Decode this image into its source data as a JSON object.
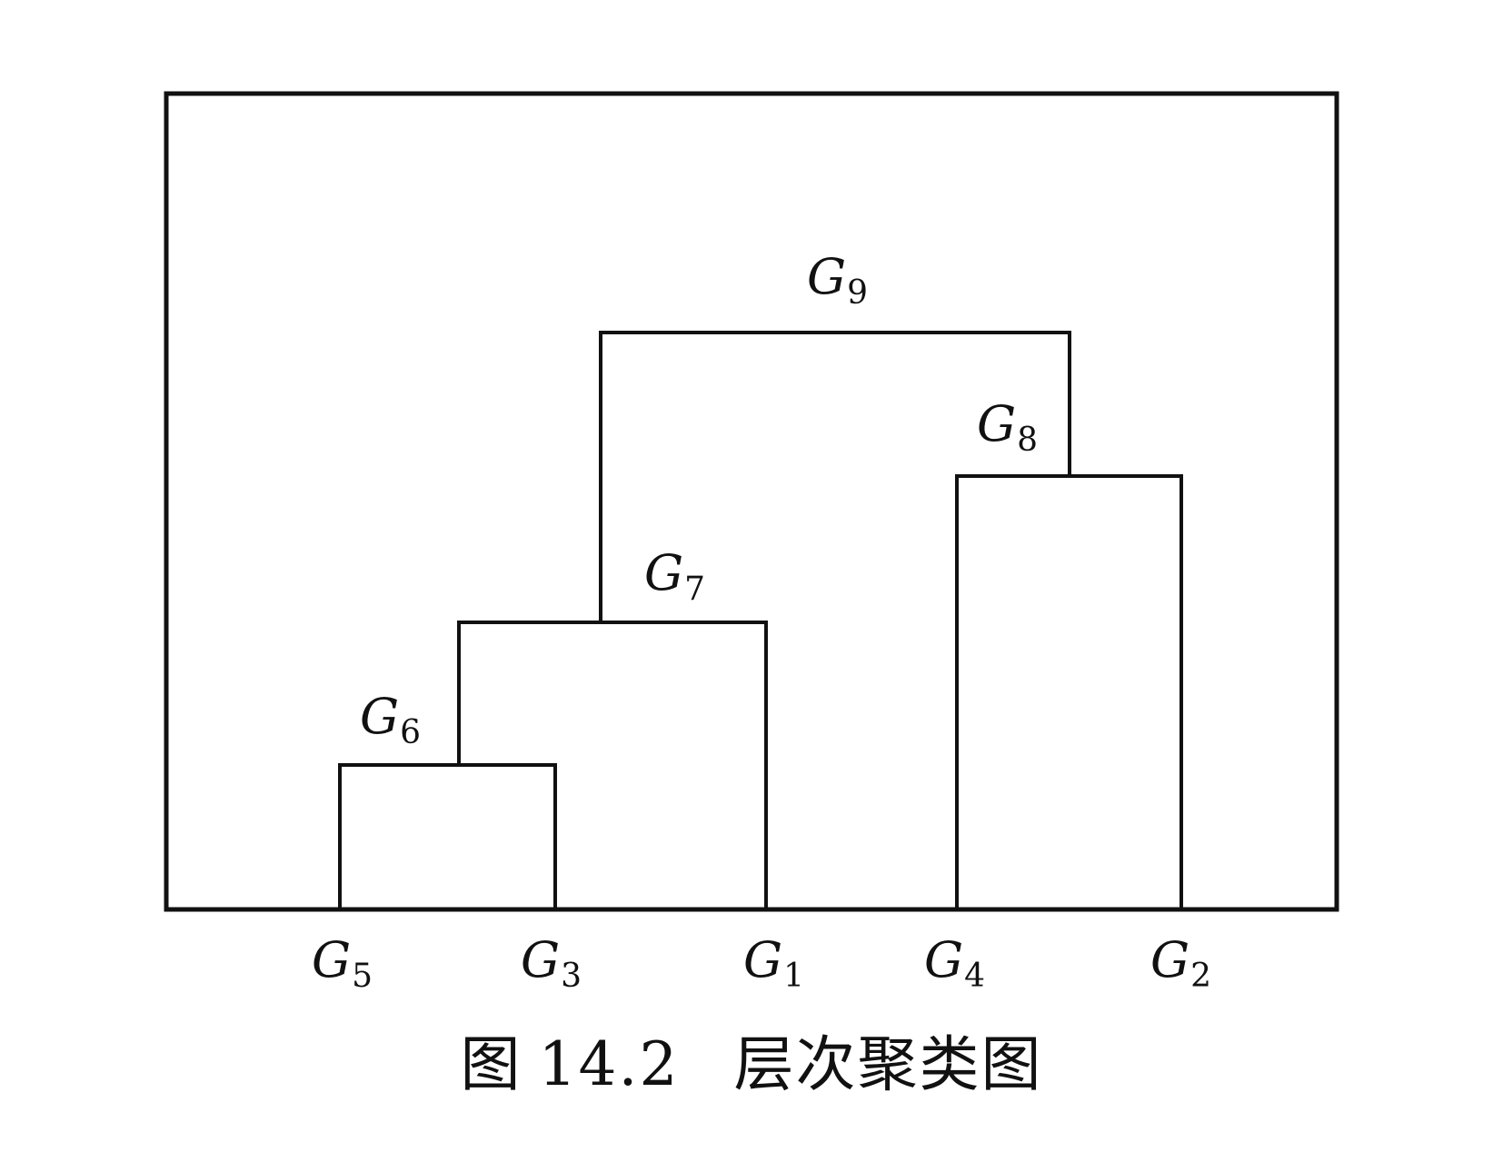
{
  "figure": {
    "caption_prefix": "图",
    "caption_number": "14.2",
    "caption_title": "层次聚类图",
    "line_color": "#111111",
    "background": "#ffffff"
  },
  "leaves": [
    {
      "id": "G5",
      "name": "G",
      "sub": "5"
    },
    {
      "id": "G3",
      "name": "G",
      "sub": "3"
    },
    {
      "id": "G1",
      "name": "G",
      "sub": "1"
    },
    {
      "id": "G4",
      "name": "G",
      "sub": "4"
    },
    {
      "id": "G2",
      "name": "G",
      "sub": "2"
    }
  ],
  "merges": [
    {
      "id": "G6",
      "name": "G",
      "sub": "6",
      "children": [
        "G5",
        "G3"
      ],
      "level": 1
    },
    {
      "id": "G7",
      "name": "G",
      "sub": "7",
      "children": [
        "G6",
        "G1"
      ],
      "level": 2
    },
    {
      "id": "G8",
      "name": "G",
      "sub": "8",
      "children": [
        "G4",
        "G2"
      ],
      "level": 3
    },
    {
      "id": "G9",
      "name": "G",
      "sub": "9",
      "children": [
        "G7",
        "G8"
      ],
      "level": 4
    }
  ],
  "chart_data": {
    "type": "dendrogram",
    "title": "图 14.2 层次聚类图",
    "leaf_order": [
      "G5",
      "G3",
      "G1",
      "G4",
      "G2"
    ],
    "merges": [
      {
        "cluster": "G6",
        "left": "G5",
        "right": "G3",
        "height": 1
      },
      {
        "cluster": "G7",
        "left": "G6",
        "right": "G1",
        "height": 2
      },
      {
        "cluster": "G8",
        "left": "G4",
        "right": "G2",
        "height": 3
      },
      {
        "cluster": "G9",
        "left": "G7",
        "right": "G8",
        "height": 4
      }
    ],
    "xlabel": "",
    "ylabel": "",
    "grid": false
  }
}
